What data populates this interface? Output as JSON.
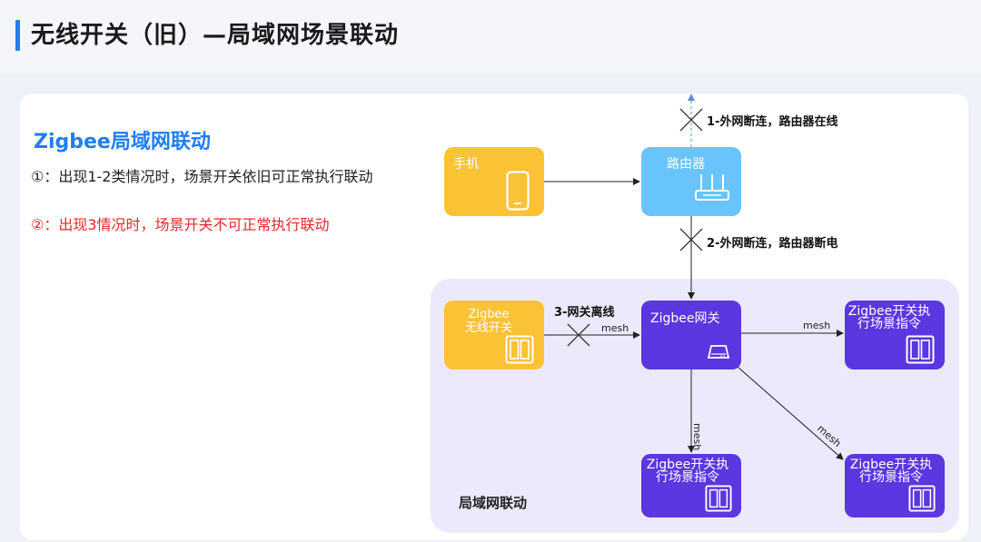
{
  "page": {
    "title": "无线开关（旧）—局域网场景联动"
  },
  "content": {
    "section_title": "Zigbee局域网联动",
    "notes": [
      "①：出现1-2类情况时，场景开关依旧可正常执行联动",
      "②：出现3情况时，场景开关不可正常执行联动"
    ],
    "note_colors": [
      "#222222",
      "#e8252a"
    ]
  },
  "diagram": {
    "nodes": {
      "phone": "手机",
      "router": "路由器",
      "zigbee_switch_line1": "Zigbee",
      "zigbee_switch_line2": "无线开关",
      "gateway": "Zigbee网关",
      "executor_line1": "Zigbee开关执",
      "executor_line2": "行场景指令"
    },
    "statuses": {
      "s1": "1-外网断连，路由器在线",
      "s2": "2-外网断连，路由器断电",
      "s3": "3-网关离线"
    },
    "edge_label": "mesh",
    "lan_label": "局域网联动",
    "colors": {
      "accent": "#1e7ef0",
      "yellow": "#fcc236",
      "blue": "#68c4fb",
      "purple": "#5a37e0",
      "lan_bg": "#ebe9fb",
      "warning_red": "#e8252a"
    }
  }
}
